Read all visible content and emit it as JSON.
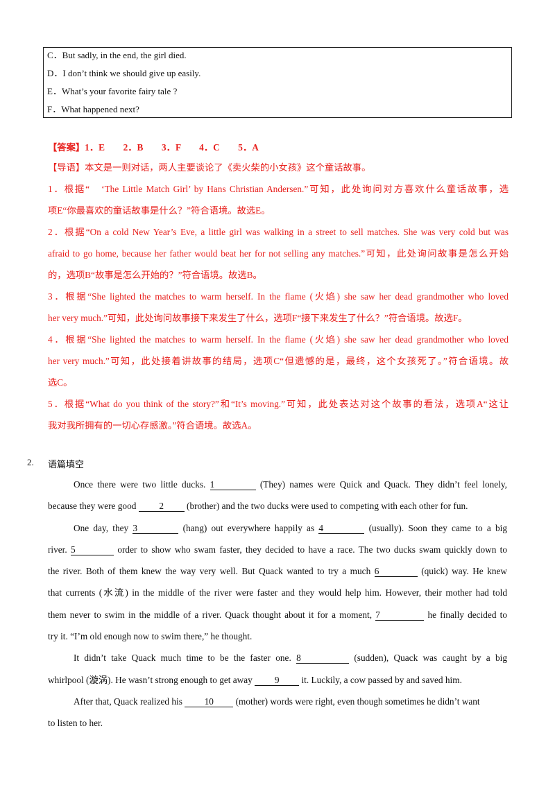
{
  "options": [
    "C．But sadly, in the end, the girl died.",
    "D．I don’t think we should give up easily.",
    "E．What’s your favorite fairy tale ?",
    "F．What happened next?"
  ],
  "answer": {
    "line": "【答案】1．E　　2．B　　3．F　　4．C　　5．A",
    "guide": "【导语】本文是一则对话，两人主要谈论了《卖火柴的小女孩》这个童话故事。",
    "exp": [
      "1．根据“　‘The Little Match Girl’ by Hans Christian Andersen.”可知，此处询问对方喜欢什么童话故事，选",
      "项E“你最喜欢的童话故事是什么？”符合语境。故选E。",
      "2．根据“On a cold New Year’s Eve, a little girl was walking in a street to sell matches. She was very cold but was",
      "afraid to go home, because her father would beat her for not selling any matches.”可知，此处询问故事是怎么开始",
      "的，选项B“故事是怎么开始的？”符合语境。故选B。",
      "3．根据“She lighted the matches to warm herself. In the flame (火焰) she saw her dead grandmother who loved",
      "her very much.”可知，此处询问故事接下来发生了什么，选项F“接下来发生了什么？”符合语境。故选F。",
      "4．根据“She lighted the matches to warm herself. In the flame (火焰) she saw her dead grandmother who loved",
      "her very much.”可知，此处接着讲故事的结局，选项C“但遗憾的是，最终，这个女孩死了。”符合语境。故",
      "选C。",
      "5．根据“What do you think of the story?”和“It’s moving.”可知，此处表达对这个故事的看法，选项A“这让",
      "我对我所拥有的一切心存感激。”符合语境。故选A。"
    ]
  },
  "question": {
    "number": "2.",
    "title": "语篇填空",
    "p": {
      "a1": "Once there were two little ducks.",
      "a2": "(They) names were Quick and Quack. They didn’t feel lonely,",
      "b1": "because they were good",
      "b2": "(brother) and the two ducks were used to competing with each other for fun.",
      "c1": "One day, they",
      "c2": "(hang) out everywhere happily as",
      "c3": "(usually). Soon they came to a big",
      "d1": "river.",
      "d2": "order to show who swam faster, they decided to have a race. The two ducks swam quickly down to",
      "e1": "the river. Both of them knew the way very well. But Quack wanted to try a much",
      "e2": "(quick) way. He knew",
      "f1": "that currents (水流) in the middle of the river were faster and they would help him. However, their mother had told",
      "g1": "them never to swim in the middle of a river. Quack thought about it for a moment,",
      "g2": "he finally decided to",
      "h1": "try it. “I’m old enough now to swim there,” he thought.",
      "i1": "It didn’t take Quack much time to be the faster one.",
      "i2": "(sudden), Quack was caught by a big",
      "j1": "whirlpool (漩涡). He wasn’t strong enough to get away",
      "j2": "it. Luckily, a cow passed by and saved him.",
      "k1": "After that, Quack realized his",
      "k2": "(mother) words were right, even though sometimes he didn’t want",
      "l1": "to listen to her."
    },
    "blanks": [
      "1",
      "2",
      "3",
      "4",
      "5",
      "6",
      "7",
      "8",
      "9",
      "10"
    ]
  }
}
